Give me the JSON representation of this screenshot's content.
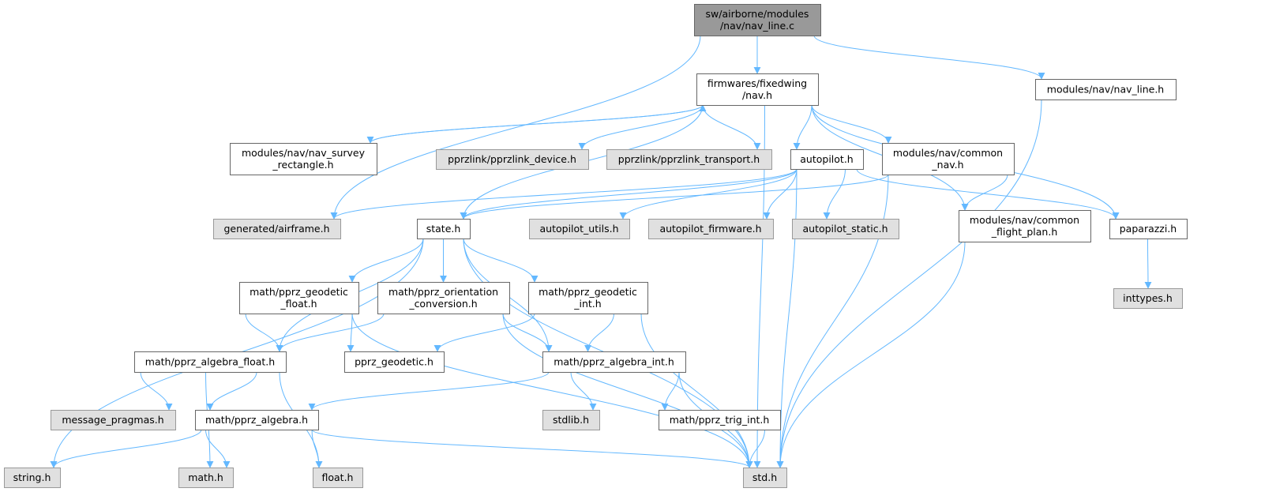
{
  "colors": {
    "edge": "#63b8ff",
    "root_fill": "#999999",
    "gray_fill": "#e0e0e0",
    "plain_fill": "#ffffff"
  },
  "nodes": {
    "nav_line_c": {
      "lines": [
        "sw/airborne/modules",
        "/nav/nav_line.c"
      ],
      "style": "root"
    },
    "nav_h": {
      "lines": [
        "firmwares/fixedwing",
        "/nav.h"
      ],
      "style": "plain"
    },
    "nav_line_h": {
      "lines": [
        "modules/nav/nav_line.h"
      ],
      "style": "plain"
    },
    "survey_rect": {
      "lines": [
        "modules/nav/nav_survey",
        "_rectangle.h"
      ],
      "style": "plain"
    },
    "pprzlink_device": {
      "lines": [
        "pprzlink/pprzlink_device.h"
      ],
      "style": "gray"
    },
    "pprzlink_transport": {
      "lines": [
        "pprzlink/pprzlink_transport.h"
      ],
      "style": "gray"
    },
    "autopilot": {
      "lines": [
        "autopilot.h"
      ],
      "style": "plain"
    },
    "common_nav": {
      "lines": [
        "modules/nav/common",
        "_nav.h"
      ],
      "style": "plain"
    },
    "airframe": {
      "lines": [
        "generated/airframe.h"
      ],
      "style": "gray"
    },
    "state": {
      "lines": [
        "state.h"
      ],
      "style": "plain"
    },
    "autopilot_utils": {
      "lines": [
        "autopilot_utils.h"
      ],
      "style": "gray"
    },
    "autopilot_firmware": {
      "lines": [
        "autopilot_firmware.h"
      ],
      "style": "gray"
    },
    "autopilot_static": {
      "lines": [
        "autopilot_static.h"
      ],
      "style": "gray"
    },
    "flight_plan": {
      "lines": [
        "modules/nav/common",
        "_flight_plan.h"
      ],
      "style": "plain"
    },
    "paparazzi": {
      "lines": [
        "paparazzi.h"
      ],
      "style": "plain"
    },
    "inttypes": {
      "lines": [
        "inttypes.h"
      ],
      "style": "gray"
    },
    "geodetic_float": {
      "lines": [
        "math/pprz_geodetic",
        "_float.h"
      ],
      "style": "plain"
    },
    "orientation": {
      "lines": [
        "math/pprz_orientation",
        "_conversion.h"
      ],
      "style": "plain"
    },
    "geodetic_int": {
      "lines": [
        "math/pprz_geodetic",
        "_int.h"
      ],
      "style": "plain"
    },
    "algebra_float": {
      "lines": [
        "math/pprz_algebra_float.h"
      ],
      "style": "plain"
    },
    "pprz_geodetic": {
      "lines": [
        "pprz_geodetic.h"
      ],
      "style": "plain"
    },
    "algebra_int": {
      "lines": [
        "math/pprz_algebra_int.h"
      ],
      "style": "plain"
    },
    "message_pragmas": {
      "lines": [
        "message_pragmas.h"
      ],
      "style": "gray"
    },
    "algebra": {
      "lines": [
        "math/pprz_algebra.h"
      ],
      "style": "plain"
    },
    "stdlib": {
      "lines": [
        "stdlib.h"
      ],
      "style": "gray"
    },
    "trig_int": {
      "lines": [
        "math/pprz_trig_int.h"
      ],
      "style": "plain"
    },
    "string": {
      "lines": [
        "string.h"
      ],
      "style": "gray"
    },
    "math": {
      "lines": [
        "math.h"
      ],
      "style": "gray"
    },
    "float": {
      "lines": [
        "float.h"
      ],
      "style": "gray"
    },
    "std": {
      "lines": [
        "std.h"
      ],
      "style": "gray"
    }
  },
  "edges": [
    [
      "nav_line_c",
      "nav_h"
    ],
    [
      "nav_line_c",
      "nav_line_h"
    ],
    [
      "nav_line_c",
      "airframe"
    ],
    [
      "nav_h",
      "survey_rect"
    ],
    [
      "survey_rect",
      "nav_h"
    ],
    [
      "nav_h",
      "state"
    ],
    [
      "nav_h",
      "pprzlink_device"
    ],
    [
      "nav_h",
      "pprzlink_transport"
    ],
    [
      "nav_h",
      "autopilot"
    ],
    [
      "nav_h",
      "common_nav"
    ],
    [
      "nav_h",
      "flight_plan"
    ],
    [
      "nav_h",
      "paparazzi"
    ],
    [
      "nav_h",
      "std"
    ],
    [
      "nav_line_h",
      "std"
    ],
    [
      "autopilot",
      "airframe"
    ],
    [
      "autopilot",
      "state"
    ],
    [
      "autopilot",
      "autopilot_utils"
    ],
    [
      "autopilot",
      "autopilot_firmware"
    ],
    [
      "autopilot",
      "autopilot_static"
    ],
    [
      "autopilot",
      "paparazzi"
    ],
    [
      "autopilot",
      "std"
    ],
    [
      "common_nav",
      "state"
    ],
    [
      "common_nav",
      "flight_plan"
    ],
    [
      "common_nav",
      "std"
    ],
    [
      "flight_plan",
      "std"
    ],
    [
      "paparazzi",
      "inttypes"
    ],
    [
      "state",
      "string"
    ],
    [
      "state",
      "algebra_float"
    ],
    [
      "state",
      "geodetic_float"
    ],
    [
      "state",
      "orientation"
    ],
    [
      "state",
      "geodetic_int"
    ],
    [
      "state",
      "algebra_int"
    ],
    [
      "state",
      "std"
    ],
    [
      "geodetic_float",
      "algebra_float"
    ],
    [
      "geodetic_float",
      "pprz_geodetic"
    ],
    [
      "geodetic_float",
      "std"
    ],
    [
      "orientation",
      "algebra_float"
    ],
    [
      "orientation",
      "algebra_int"
    ],
    [
      "orientation",
      "std"
    ],
    [
      "geodetic_int",
      "pprz_geodetic"
    ],
    [
      "geodetic_int",
      "algebra_int"
    ],
    [
      "geodetic_int",
      "std"
    ],
    [
      "algebra_float",
      "message_pragmas"
    ],
    [
      "algebra_float",
      "algebra"
    ],
    [
      "algebra_float",
      "float"
    ],
    [
      "algebra_float",
      "math"
    ],
    [
      "algebra_int",
      "algebra"
    ],
    [
      "algebra_int",
      "stdlib"
    ],
    [
      "algebra_int",
      "trig_int"
    ],
    [
      "algebra_int",
      "std"
    ],
    [
      "algebra",
      "string"
    ],
    [
      "algebra",
      "math"
    ],
    [
      "algebra",
      "float"
    ],
    [
      "algebra",
      "std"
    ],
    [
      "trig_int",
      "std"
    ]
  ]
}
